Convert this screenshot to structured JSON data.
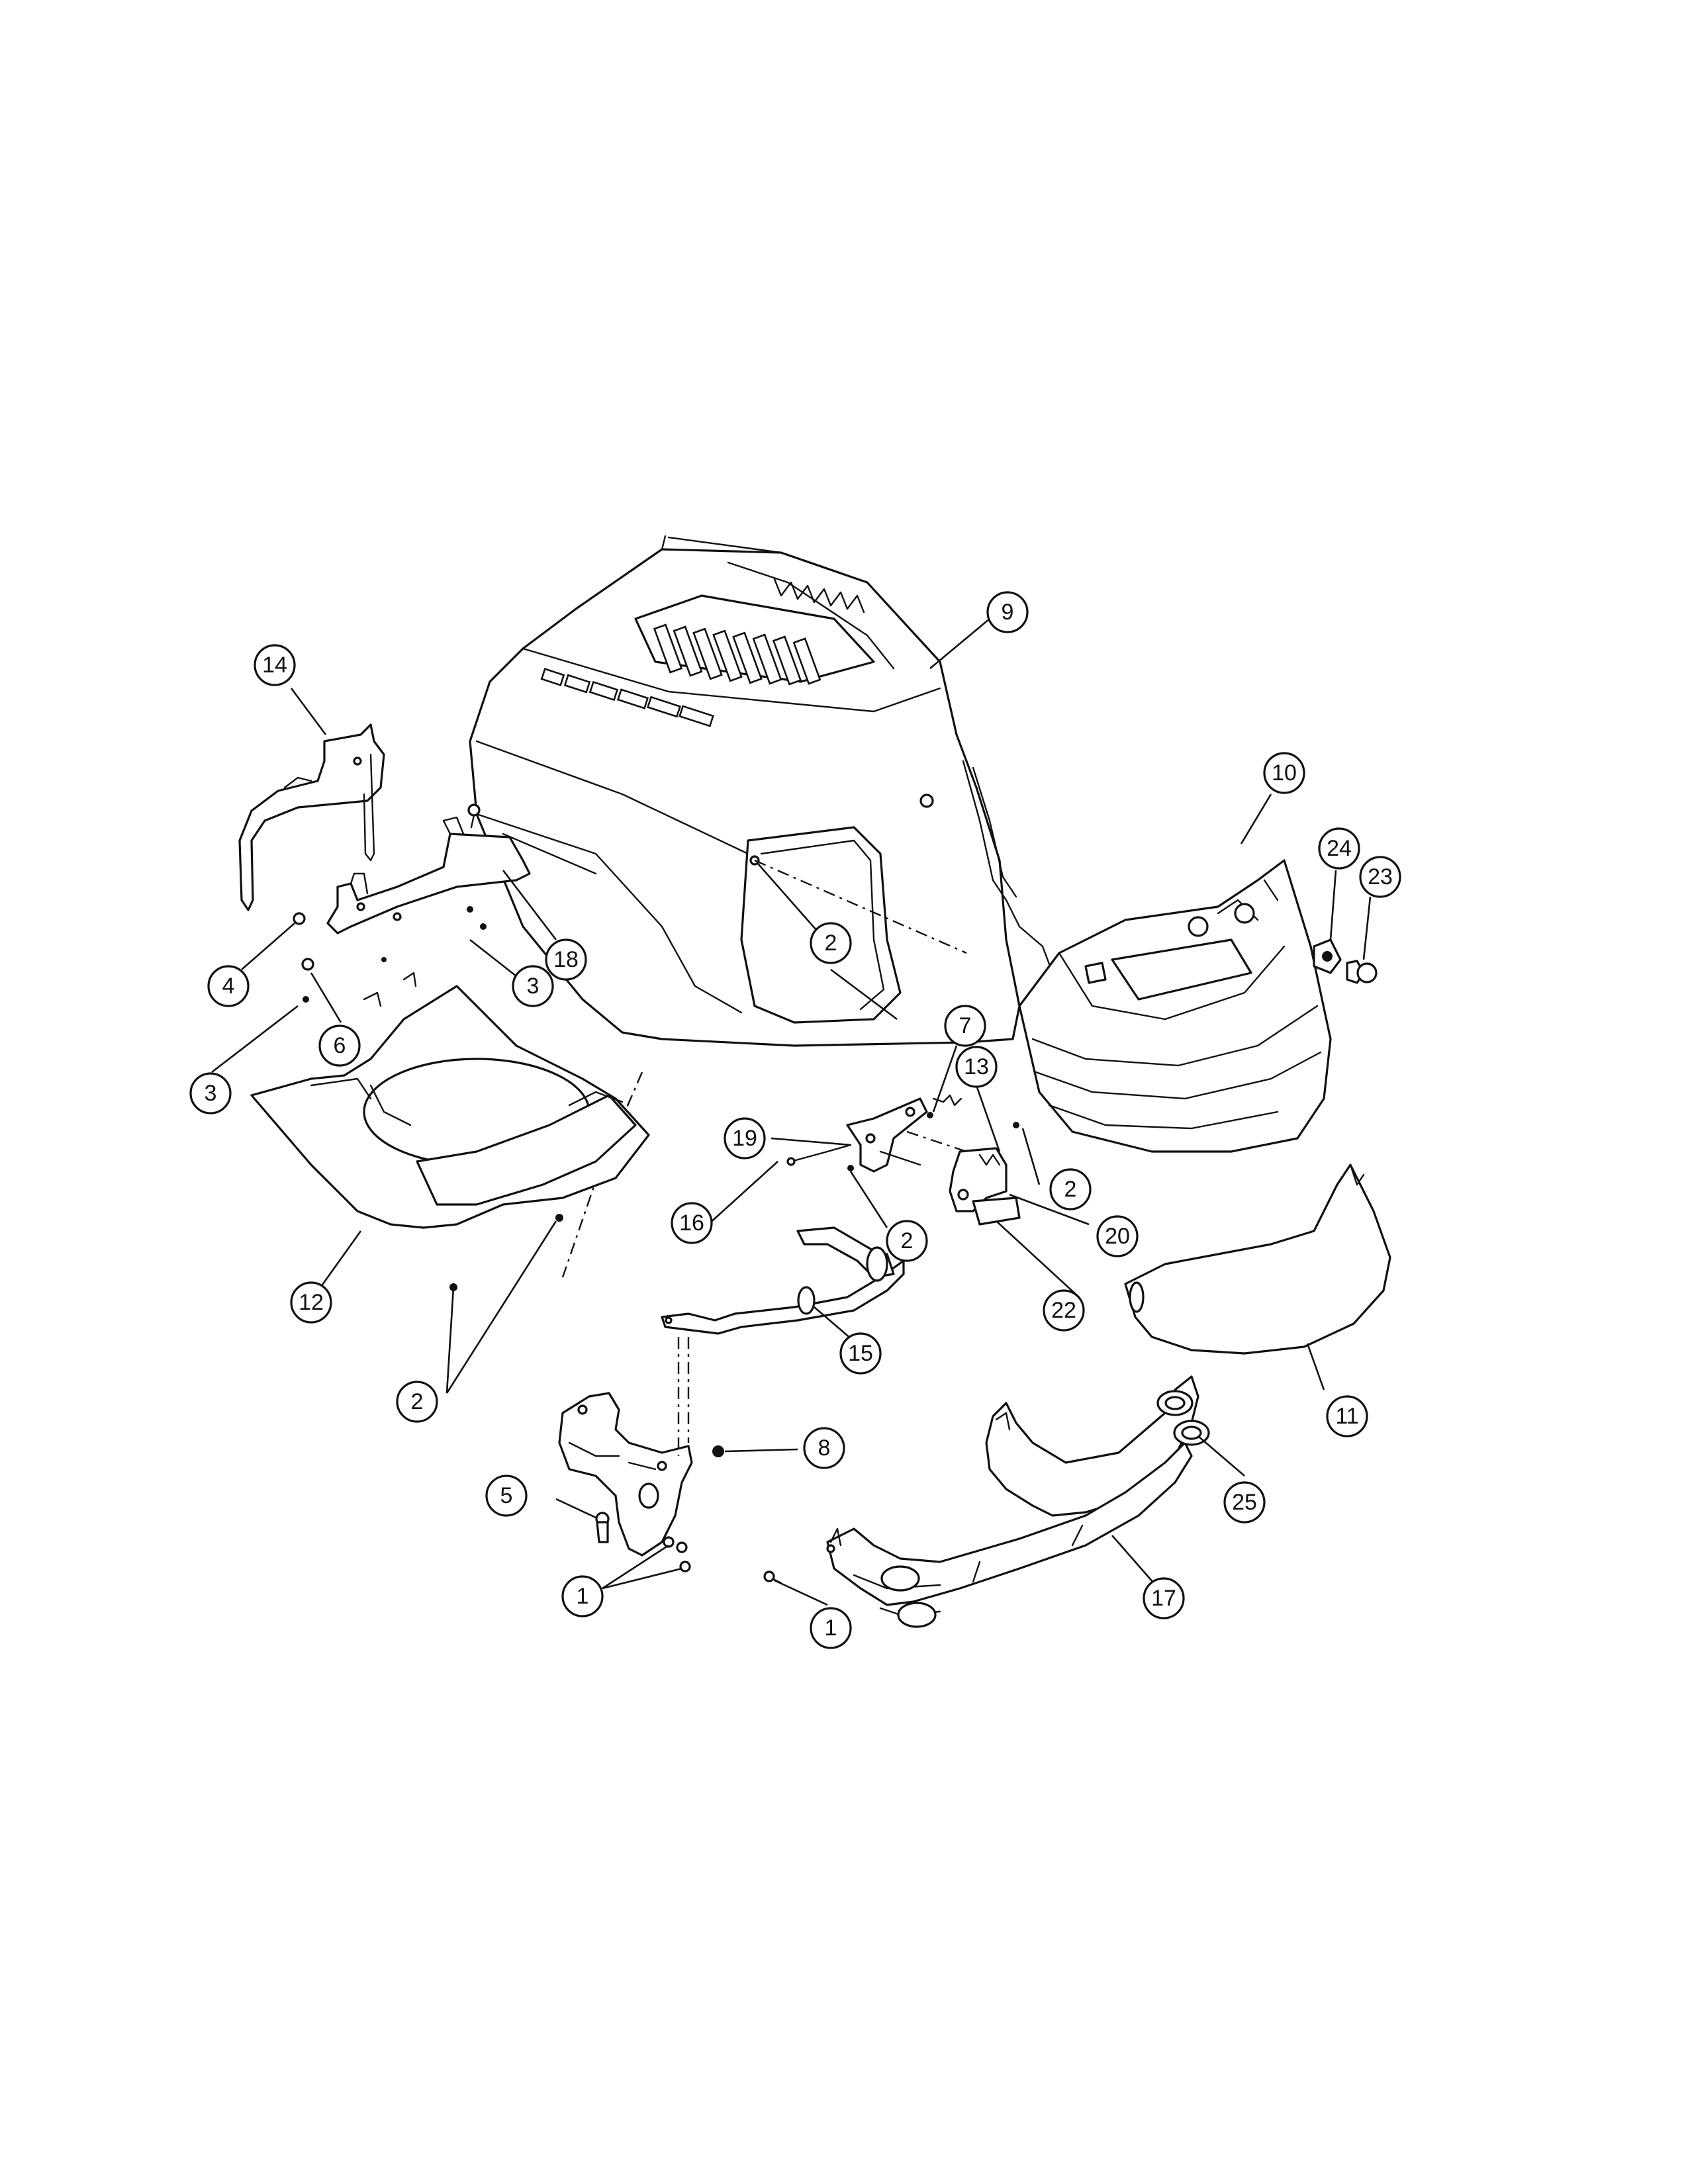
{
  "accent_color": "#111111",
  "callouts": [
    {
      "label": "9"
    },
    {
      "label": "14"
    },
    {
      "label": "10"
    },
    {
      "label": "24"
    },
    {
      "label": "23"
    },
    {
      "label": "18"
    },
    {
      "label": "4"
    },
    {
      "label": "3"
    },
    {
      "label": "6"
    },
    {
      "label": "2"
    },
    {
      "label": "3"
    },
    {
      "label": "7"
    },
    {
      "label": "13"
    },
    {
      "label": "19"
    },
    {
      "label": "2"
    },
    {
      "label": "16"
    },
    {
      "label": "2"
    },
    {
      "label": "20"
    },
    {
      "label": "12"
    },
    {
      "label": "22"
    },
    {
      "label": "15"
    },
    {
      "label": "11"
    },
    {
      "label": "2"
    },
    {
      "label": "8"
    },
    {
      "label": "25"
    },
    {
      "label": "5"
    },
    {
      "label": "1"
    },
    {
      "label": "17"
    },
    {
      "label": "1"
    }
  ]
}
